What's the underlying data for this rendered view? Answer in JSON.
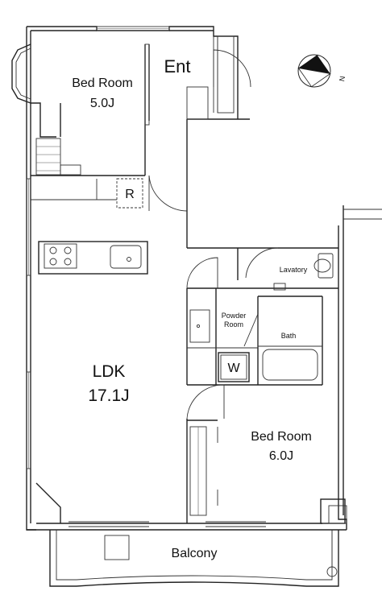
{
  "rooms": {
    "bedroom1": {
      "name": "Bed Room",
      "size": "5.0J"
    },
    "entrance": {
      "name": "Ent"
    },
    "ldk": {
      "name": "LDK",
      "size": "17.1J"
    },
    "bedroom2": {
      "name": "Bed Room",
      "size": "6.0J"
    },
    "balcony": {
      "name": "Balcony"
    },
    "lavatory": {
      "name": "Lavatory"
    },
    "powder_room": {
      "line1": "Powder",
      "line2": "Room"
    },
    "bath": {
      "name": "Bath"
    }
  },
  "fixtures": {
    "refrigerator": "R",
    "washer": "W"
  },
  "compass": {
    "label": "N",
    "icon": "north-arrow-icon"
  }
}
